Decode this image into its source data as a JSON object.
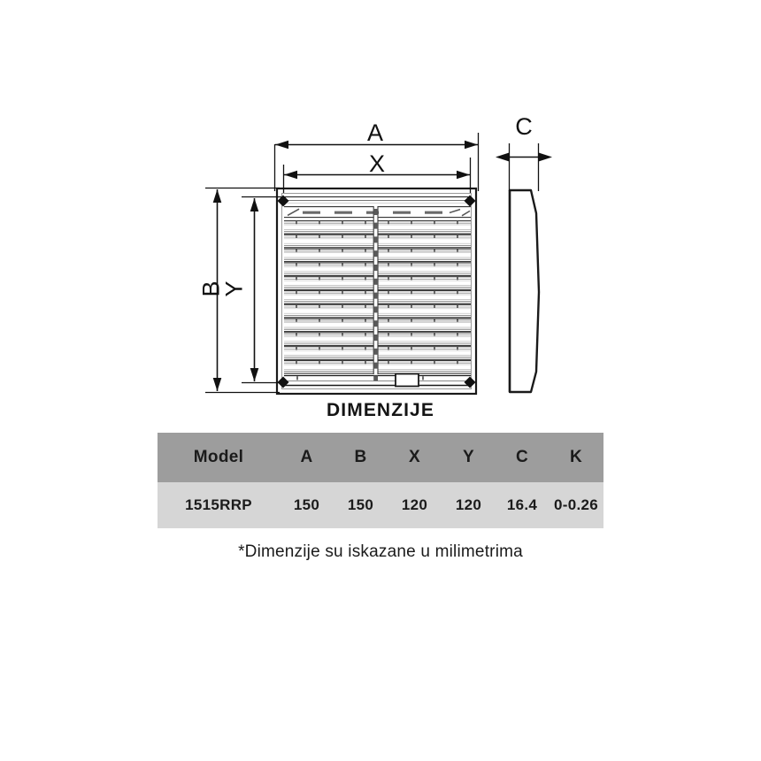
{
  "page": {
    "background": "#ffffff",
    "line_color": "#1a1a1a"
  },
  "diagram": {
    "title": "DIMENZIJE",
    "note": "*Dimenzije su iskazane u milimetrima",
    "dimension_labels": {
      "a": "A",
      "b": "B",
      "c": "C",
      "x": "X",
      "y": "Y"
    }
  },
  "table": {
    "header_color": "#9d9d9d",
    "row_color": "#d6d6d6",
    "columns": [
      "Model",
      "A",
      "B",
      "X",
      "Y",
      "C",
      "K"
    ],
    "rows": [
      {
        "model": "1515RRP",
        "a": "150",
        "b": "150",
        "x": "120",
        "y": "120",
        "c": "16.4",
        "k": "0-0.26"
      }
    ]
  },
  "chart_data": {
    "type": "table",
    "title": "DIMENZIJE",
    "categories": [
      "Model",
      "A",
      "B",
      "X",
      "Y",
      "C",
      "K"
    ],
    "values": [
      [
        "1515RRP",
        "150",
        "150",
        "120",
        "120",
        "16.4",
        "0-0.26"
      ]
    ],
    "annotations": [
      "*Dimenzije su iskazane u milimetrima"
    ]
  }
}
